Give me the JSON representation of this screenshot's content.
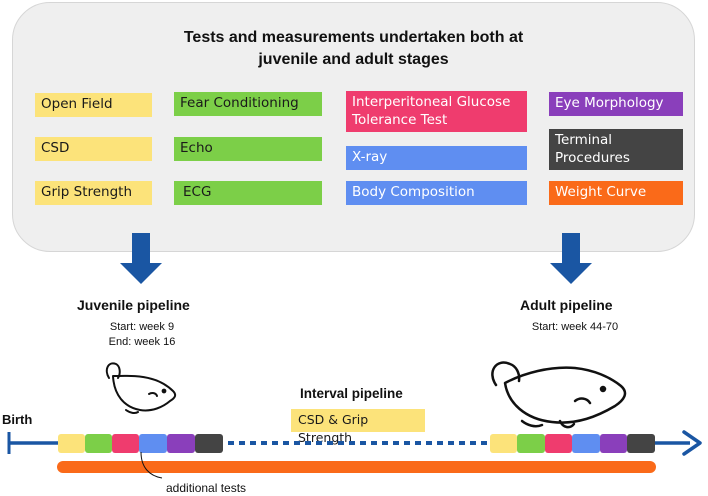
{
  "panel": {
    "title_line1": "Tests and measurements undertaken both at",
    "title_line2": "juvenile and adult stages"
  },
  "tests": [
    {
      "label": "Open Field",
      "color": "#fce37a"
    },
    {
      "label": "CSD",
      "color": "#fce37a"
    },
    {
      "label": "Grip Strength",
      "color": "#fce37a"
    },
    {
      "label": "Fear Conditioning",
      "color": "#7ccf48"
    },
    {
      "label": "Echo",
      "color": "#7ccf48"
    },
    {
      "label": "ECG",
      "color": "#7ccf48"
    },
    {
      "label": "Interperitoneal Glucose",
      "label2": "Tolerance Test",
      "color": "#ef3c6e"
    },
    {
      "label": "X-ray",
      "color": "#5f8ef1"
    },
    {
      "label": "Body Composition",
      "color": "#5f8ef1"
    },
    {
      "label": "Eye Morphology",
      "color": "#8a3fbb"
    },
    {
      "label": "Terminal",
      "label2": "Procedures",
      "color": "#444444"
    },
    {
      "label": "Weight Curve",
      "color": "#fa6a19"
    }
  ],
  "juvenile": {
    "title": "Juvenile pipeline",
    "start": "Start: week 9",
    "end": "End: week 16"
  },
  "adult": {
    "title": "Adult pipeline",
    "start": "Start: week 44-70"
  },
  "interval": {
    "title": "Interval pipeline",
    "tag": "CSD & Grip Strength"
  },
  "timeline": {
    "birth": "Birth",
    "additional": "additional tests"
  },
  "colors": {
    "arrow": "#1a56a3",
    "timeline": "#1a56a3",
    "weight_bar": "#fa6a19",
    "segments": [
      "#fce37a",
      "#7ccf48",
      "#ef3c6e",
      "#5f8ef1",
      "#8a3fbb",
      "#444444"
    ]
  }
}
